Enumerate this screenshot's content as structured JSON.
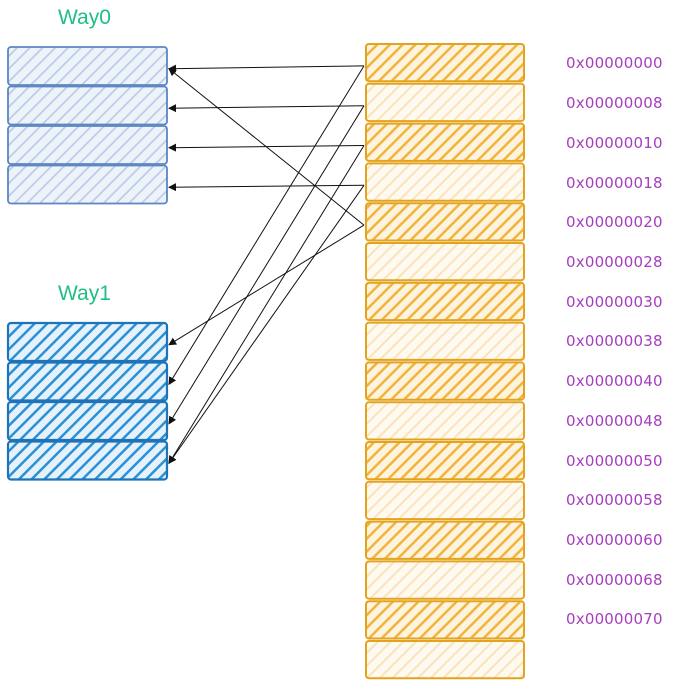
{
  "colors": {
    "way0": "#5b86c2",
    "way0_fill": "#c9daf0",
    "way1": "#1f73b8",
    "way1_fill": "#2a91d6",
    "memory": "#e3a31d",
    "memory_fill": "#f0b53a",
    "memory_light": "#fbe3b7",
    "title": "#1fbf83",
    "address": "#a63dbf",
    "arrow": "#111111"
  },
  "ways": [
    {
      "id": "way0",
      "label": "Way0",
      "lines": 4
    },
    {
      "id": "way1",
      "label": "Way1",
      "lines": 4
    }
  ],
  "memory": {
    "blocks": 16,
    "addresses": [
      "0x00000000",
      "0x00000008",
      "0x00000010",
      "0x00000018",
      "0x00000020",
      "0x00000028",
      "0x00000030",
      "0x00000038",
      "0x00000040",
      "0x00000048",
      "0x00000050",
      "0x00000058",
      "0x00000060",
      "0x00000068",
      "0x00000070"
    ]
  },
  "mappings": [
    {
      "from_block": 0,
      "to_way": 0,
      "to_line": 0
    },
    {
      "from_block": 1,
      "to_way": 0,
      "to_line": 1
    },
    {
      "from_block": 2,
      "to_way": 0,
      "to_line": 2
    },
    {
      "from_block": 3,
      "to_way": 0,
      "to_line": 3
    },
    {
      "from_block": 4,
      "to_way": 0,
      "to_line": 0
    },
    {
      "from_block": 0,
      "to_way": 1,
      "to_line": 1
    },
    {
      "from_block": 1,
      "to_way": 1,
      "to_line": 2
    },
    {
      "from_block": 2,
      "to_way": 1,
      "to_line": 3
    },
    {
      "from_block": 3,
      "to_way": 1,
      "to_line": 3
    },
    {
      "from_block": 4,
      "to_way": 1,
      "to_line": 0
    }
  ]
}
